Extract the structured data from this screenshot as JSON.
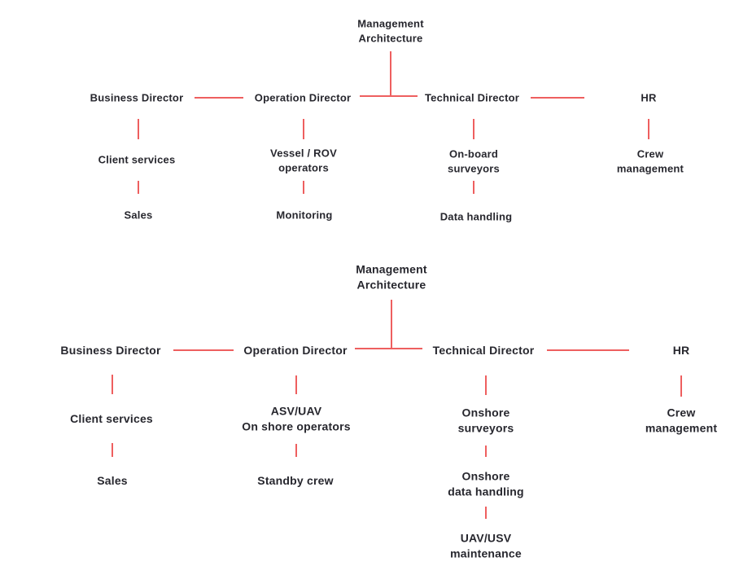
{
  "colors": {
    "line": "#ee5f5f",
    "text": "#27272e",
    "background": "#ffffff"
  },
  "diagrams": [
    {
      "root": "Management\nArchitecture",
      "branches": [
        {
          "head": "Business Director",
          "children": [
            "Client services",
            "Sales"
          ]
        },
        {
          "head": "Operation Director",
          "children": [
            "Vessel / ROV\noperators",
            "Monitoring"
          ]
        },
        {
          "head": "Technical Director",
          "children": [
            "On-board\nsurveyors",
            "Data handling"
          ]
        },
        {
          "head": "HR",
          "children": [
            "Crew\nmanagement"
          ]
        }
      ]
    },
    {
      "root": "Management\nArchitecture",
      "branches": [
        {
          "head": "Business Director",
          "children": [
            "Client services",
            "Sales"
          ]
        },
        {
          "head": "Operation Director",
          "children": [
            "ASV/UAV\nOn shore operators",
            "Standby crew"
          ]
        },
        {
          "head": "Technical Director",
          "children": [
            "Onshore\nsurveyors",
            "Onshore\ndata handling",
            "UAV/USV\nmaintenance"
          ]
        },
        {
          "head": "HR",
          "children": [
            "Crew\nmanagement"
          ]
        }
      ]
    }
  ]
}
